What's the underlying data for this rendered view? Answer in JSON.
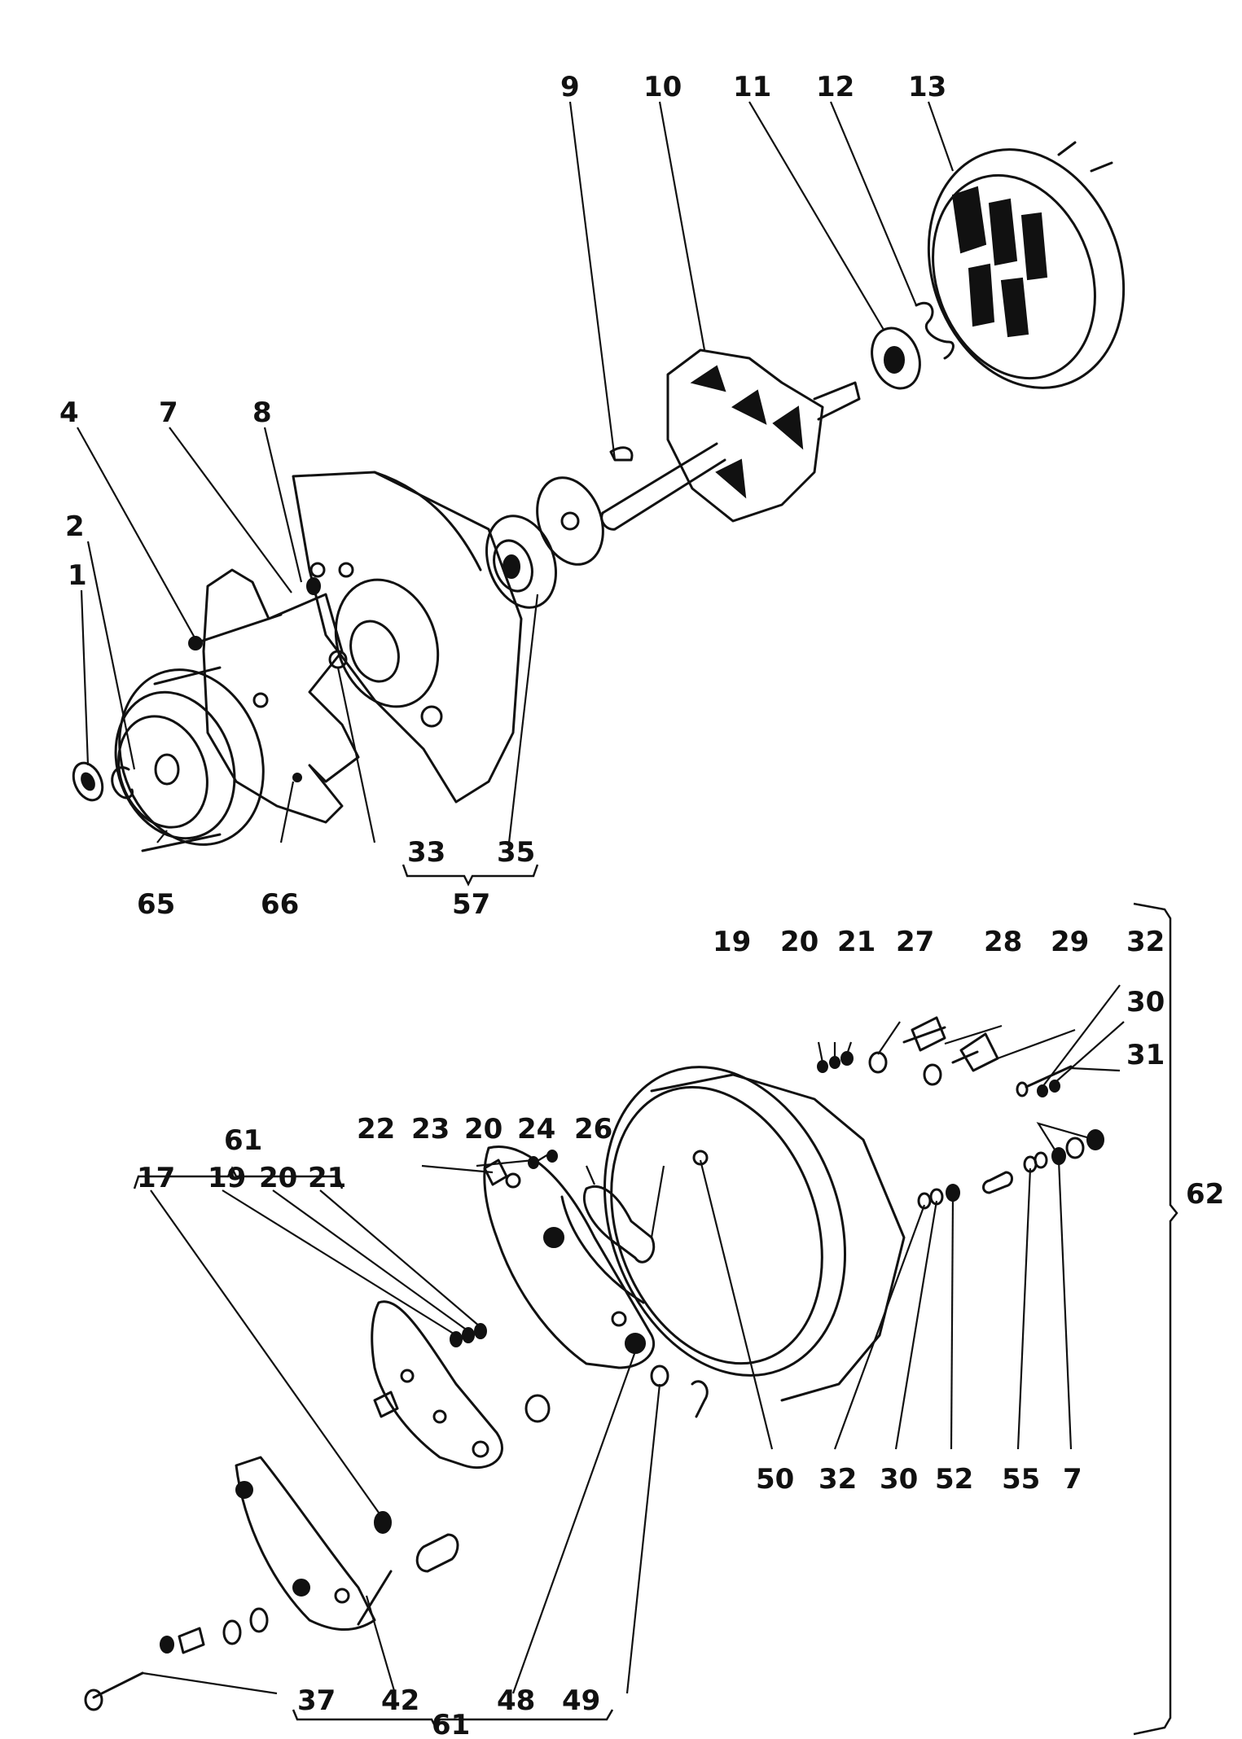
{
  "labels": {
    "l1": "1",
    "l2": "2",
    "l4": "4",
    "l7a": "7",
    "l8": "8",
    "l9": "9",
    "l10": "10",
    "l11": "11",
    "l12": "12",
    "l13": "13",
    "l33": "33",
    "l35": "35",
    "l57": "57",
    "l65": "65",
    "l66": "66",
    "l19a": "19",
    "l20a": "20",
    "l21a": "21",
    "l27": "27",
    "l28": "28",
    "l29": "29",
    "l32a": "32",
    "l30a": "30",
    "l31": "31",
    "l61a": "61",
    "l17": "17",
    "l19b": "19",
    "l20b": "20",
    "l21b": "21",
    "l22": "22",
    "l23": "23",
    "l20c": "20",
    "l24": "24",
    "l26": "26",
    "l50": "50",
    "l32b": "32",
    "l30b": "30",
    "l52": "52",
    "l55": "55",
    "l7b": "7",
    "l62": "62",
    "l37": "37",
    "l42": "42",
    "l48": "48",
    "l49": "49",
    "l61b": "61"
  }
}
